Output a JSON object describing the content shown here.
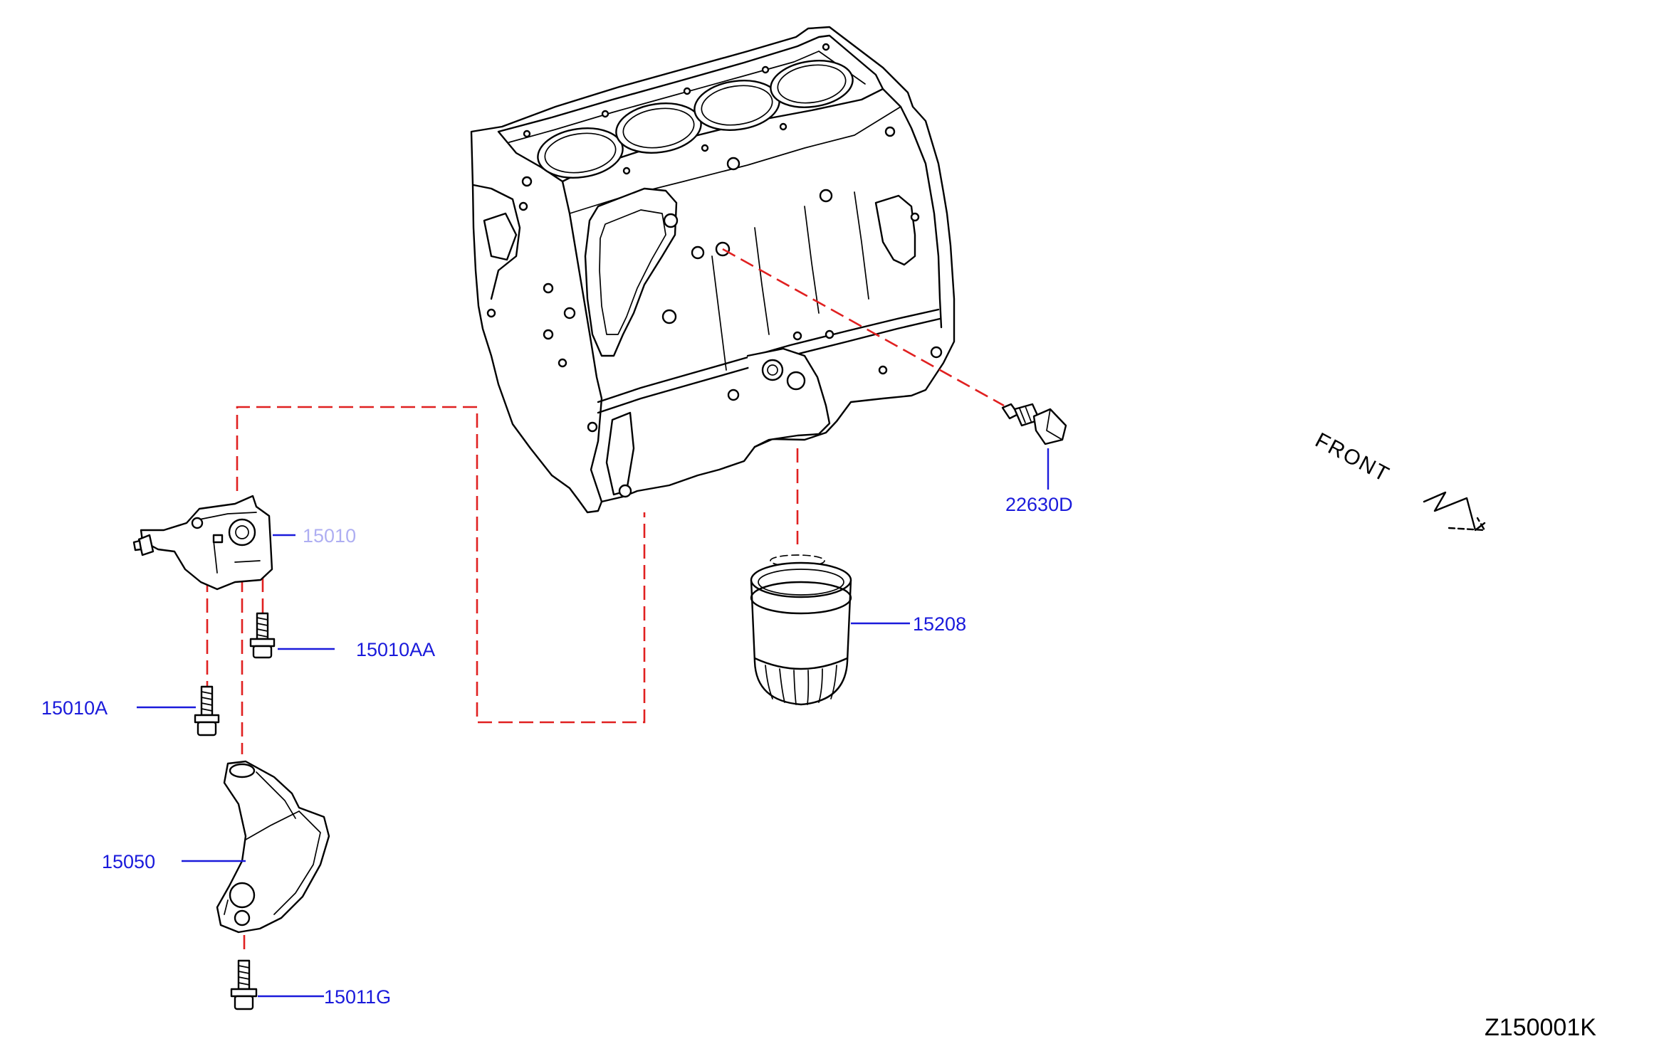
{
  "diagram": {
    "code": "Z150001K",
    "front_label": "FRONT",
    "parts": [
      {
        "id": "oil-pump",
        "label": "15010"
      },
      {
        "id": "oil-pump-bolt-short",
        "label": "15010AA"
      },
      {
        "id": "oil-pump-bolt-long",
        "label": "15010A"
      },
      {
        "id": "oil-strainer",
        "label": "15050"
      },
      {
        "id": "strainer-bolt",
        "label": "15011G"
      },
      {
        "id": "oil-filter",
        "label": "15208"
      },
      {
        "id": "oil-pressure-sensor",
        "label": "22630D"
      }
    ]
  }
}
